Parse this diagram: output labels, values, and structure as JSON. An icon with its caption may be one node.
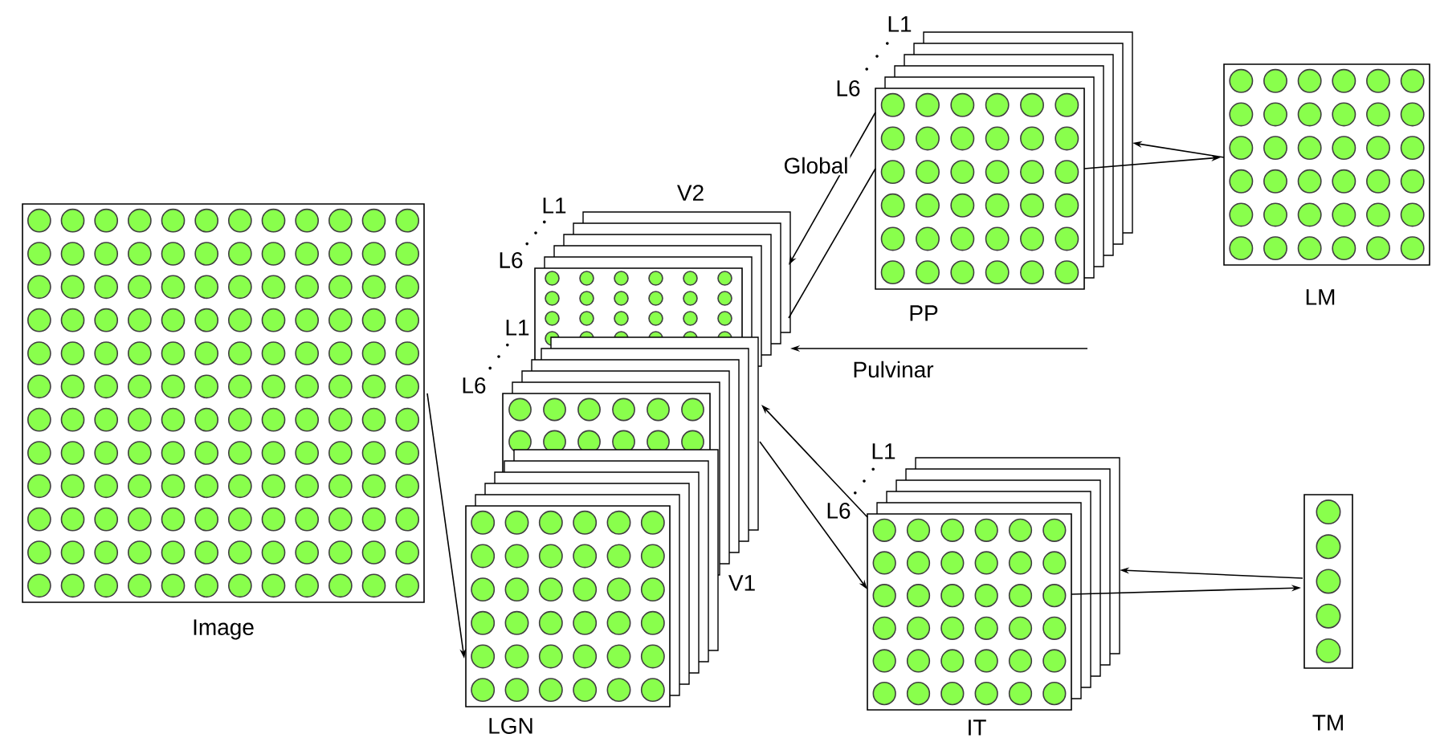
{
  "diagram": {
    "nodes": [
      {
        "text": [
          "Image"
        ]
      },
      {
        "text": [
          "LGN"
        ]
      },
      {
        "text": [
          "V1"
        ]
      },
      {
        "text": [
          "V2"
        ]
      },
      {
        "text": [
          "PP"
        ]
      },
      {
        "text": [
          "LM"
        ]
      },
      {
        "text": [
          "IT"
        ]
      },
      {
        "text": [
          "TM"
        ]
      }
    ],
    "edges": [
      {
        "from": 0,
        "to": 1,
        "arrow": "to"
      },
      {
        "from": 4,
        "to": 3,
        "arrow": "to",
        "label": "Global"
      },
      {
        "from": 4,
        "to": 3,
        "arrow": "none"
      },
      {
        "from": null,
        "to": 3,
        "arrow": "to",
        "label": "Pulvinar"
      },
      {
        "from": 6,
        "to": 2,
        "arrow": "to"
      },
      {
        "from": 2,
        "to": 6,
        "arrow": "to"
      },
      {
        "from": 5,
        "to": 4,
        "arrow": "to"
      },
      {
        "from": 4,
        "to": 5,
        "arrow": "to"
      },
      {
        "from": 7,
        "to": 6,
        "arrow": "to"
      },
      {
        "from": 6,
        "to": 7,
        "arrow": "to"
      }
    ],
    "labels": [
      "L1",
      "L6",
      "L1",
      "L6",
      "L1",
      "L6",
      "L1",
      "L6"
    ]
  }
}
